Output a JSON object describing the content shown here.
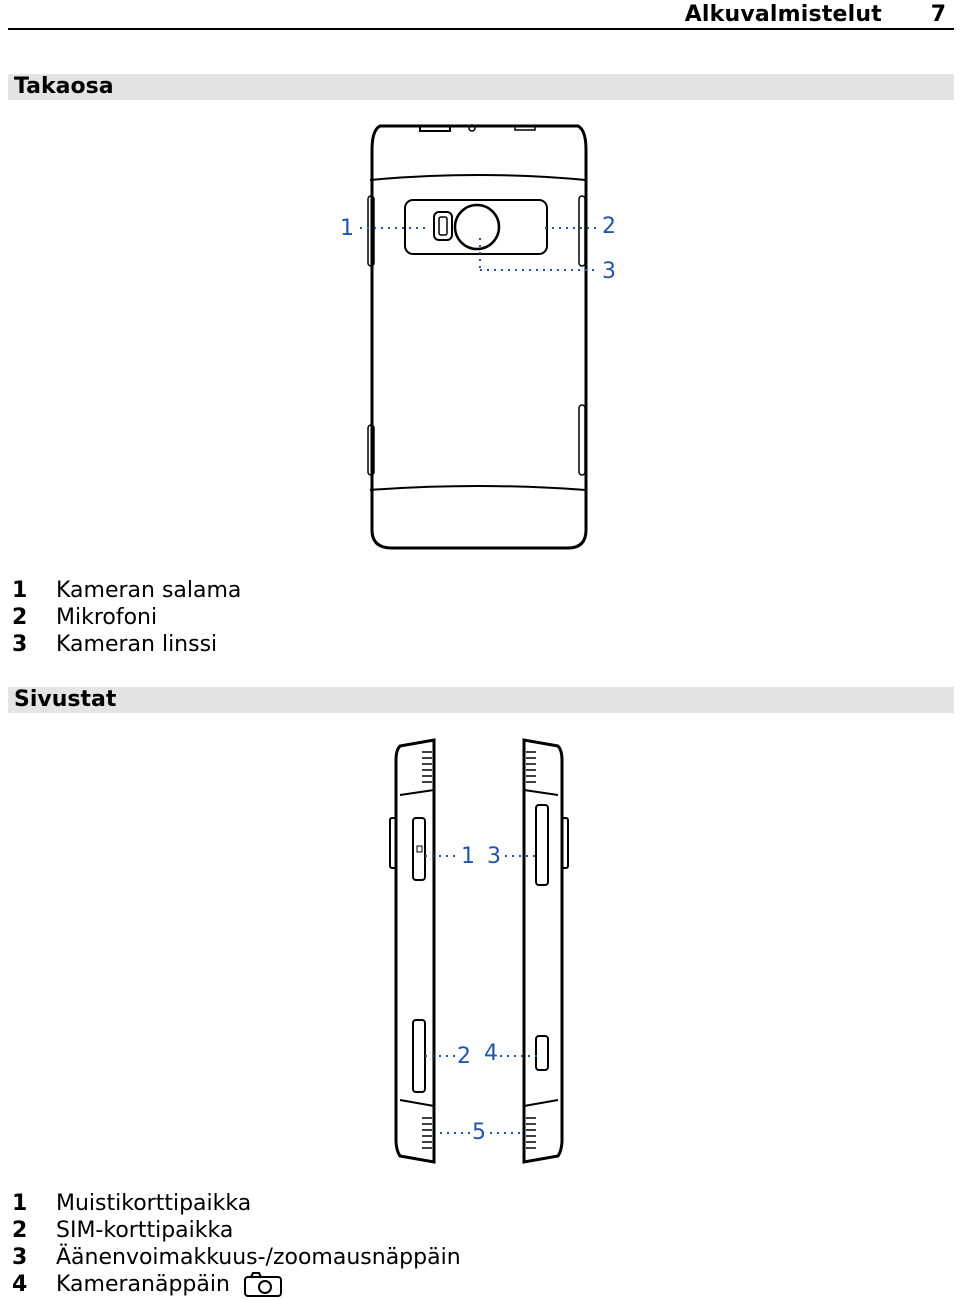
{
  "header": {
    "title": "Alkuvalmistelut",
    "page_number": "7"
  },
  "sections": {
    "back": {
      "title": "Takaosa",
      "callouts": [
        "1",
        "2",
        "3"
      ],
      "legend": [
        {
          "num": "1",
          "label": "Kameran salama"
        },
        {
          "num": "2",
          "label": "Mikrofoni"
        },
        {
          "num": "3",
          "label": "Kameran linssi"
        }
      ]
    },
    "sides": {
      "title": "Sivustat",
      "callouts": [
        "1",
        "3",
        "2",
        "4",
        "5"
      ],
      "legend": [
        {
          "num": "1",
          "label": "Muistikorttipaikka"
        },
        {
          "num": "2",
          "label": "SIM-korttipaikka"
        },
        {
          "num": "3",
          "label": "Äänenvoimakkuus-/zoomausnäppäin"
        },
        {
          "num": "4",
          "label": "Kameranäppäin",
          "icon": "camera-icon"
        }
      ]
    }
  },
  "colors": {
    "callout": "#1f56a8",
    "section_bar": "#e4e4e4"
  }
}
